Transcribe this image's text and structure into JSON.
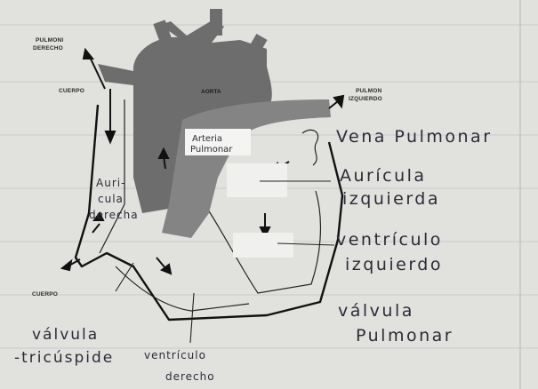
{
  "printed_labels": {
    "pulmon_derecho_1": "PULMONI",
    "pulmon_derecho_2": "DERECHO",
    "cuerpo_top": "CUERPO",
    "aorta": "AORTA",
    "pulmon_izq_1": "PULMON",
    "pulmon_izq_2": "IZQUIERDO",
    "cuerpo_bottom": "CUERPO"
  },
  "handwritten_labels": {
    "arteria_1": "Arteria",
    "arteria_2": "Pulmonar",
    "vena_pulmonar": "Vena Pulmonar",
    "auricula_izq_1": "Aurícula",
    "auricula_izq_2": "izquierda",
    "ventriculo_izq_1": "ventrículo",
    "ventriculo_izq_2": "izquierdo",
    "valvula_pulm_1": "válvula",
    "valvula_pulm_2": "Pulmonar",
    "auricula_der_1": "Auri-",
    "auricula_der_2": "cula",
    "auricula_der_3": "derecha",
    "valvula_tric_1": "válvula",
    "valvula_tric_2": "-tricúspide",
    "ventriculo_der_1": "ventrículo",
    "ventriculo_der_2": "derecho"
  },
  "colors": {
    "paper": "#e1e1de",
    "dark_vessel": "#6f6f6f",
    "mid_vessel": "#8a8a8a",
    "ink": "#2b2b36"
  }
}
